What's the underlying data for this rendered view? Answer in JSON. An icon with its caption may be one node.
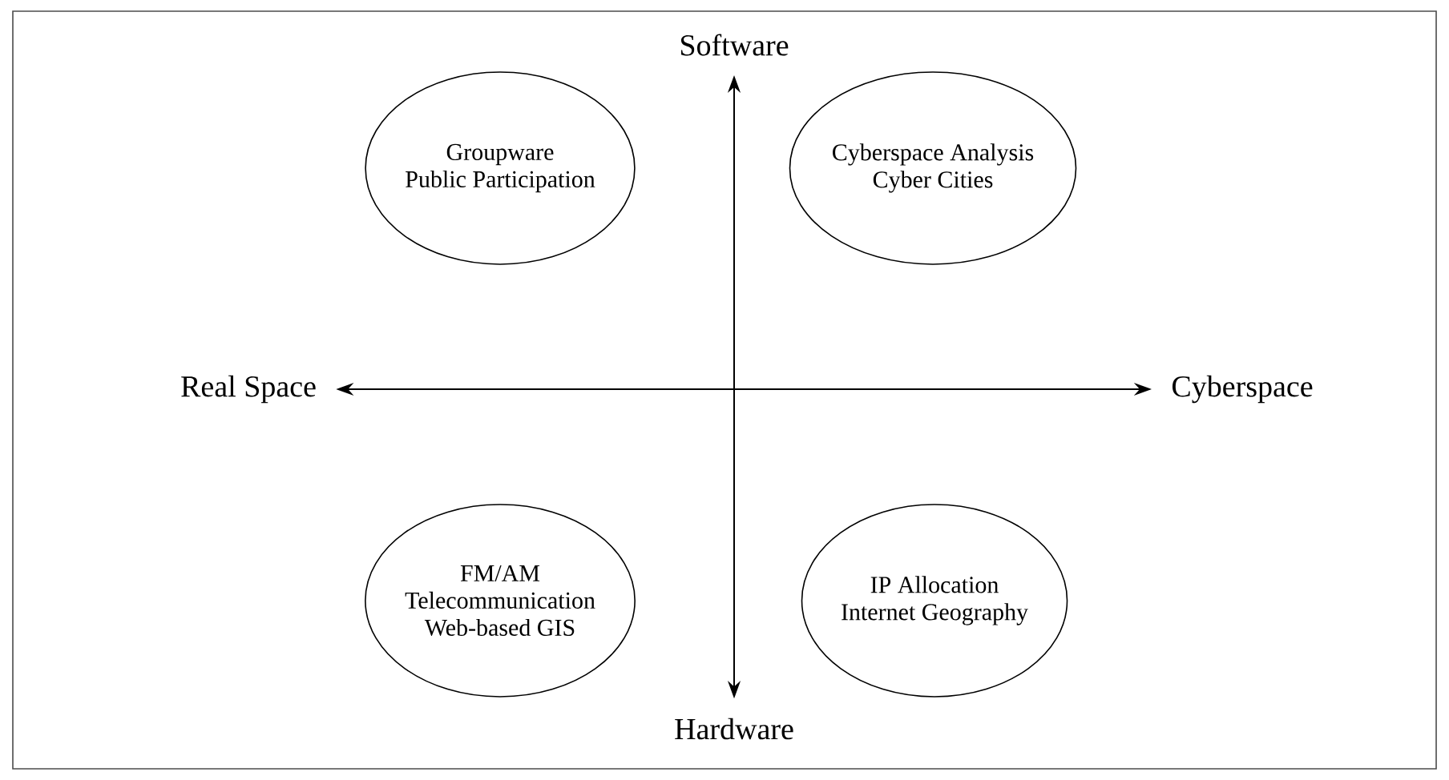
{
  "diagram": {
    "nodes": [
      {
        "text": [
          "Software"
        ]
      },
      {
        "text": [
          "Groupware",
          "Public Participation"
        ]
      },
      {
        "text": [
          "Cyberspace Analysis",
          "Cyber Cities"
        ]
      },
      {
        "text": [
          "Real Space"
        ]
      },
      {
        "text": [
          "Cyberspace"
        ]
      },
      {
        "text": [
          "FM/AM",
          "Telecommunication",
          "Web-based GIS"
        ]
      },
      {
        "text": [
          "IP Allocation",
          "Internet Geography"
        ]
      },
      {
        "text": [
          "Hardware"
        ]
      }
    ],
    "edges": [
      {
        "from": 0,
        "to": 7,
        "arrow": "both"
      },
      {
        "from": 3,
        "to": 4,
        "arrow": "both"
      }
    ]
  }
}
